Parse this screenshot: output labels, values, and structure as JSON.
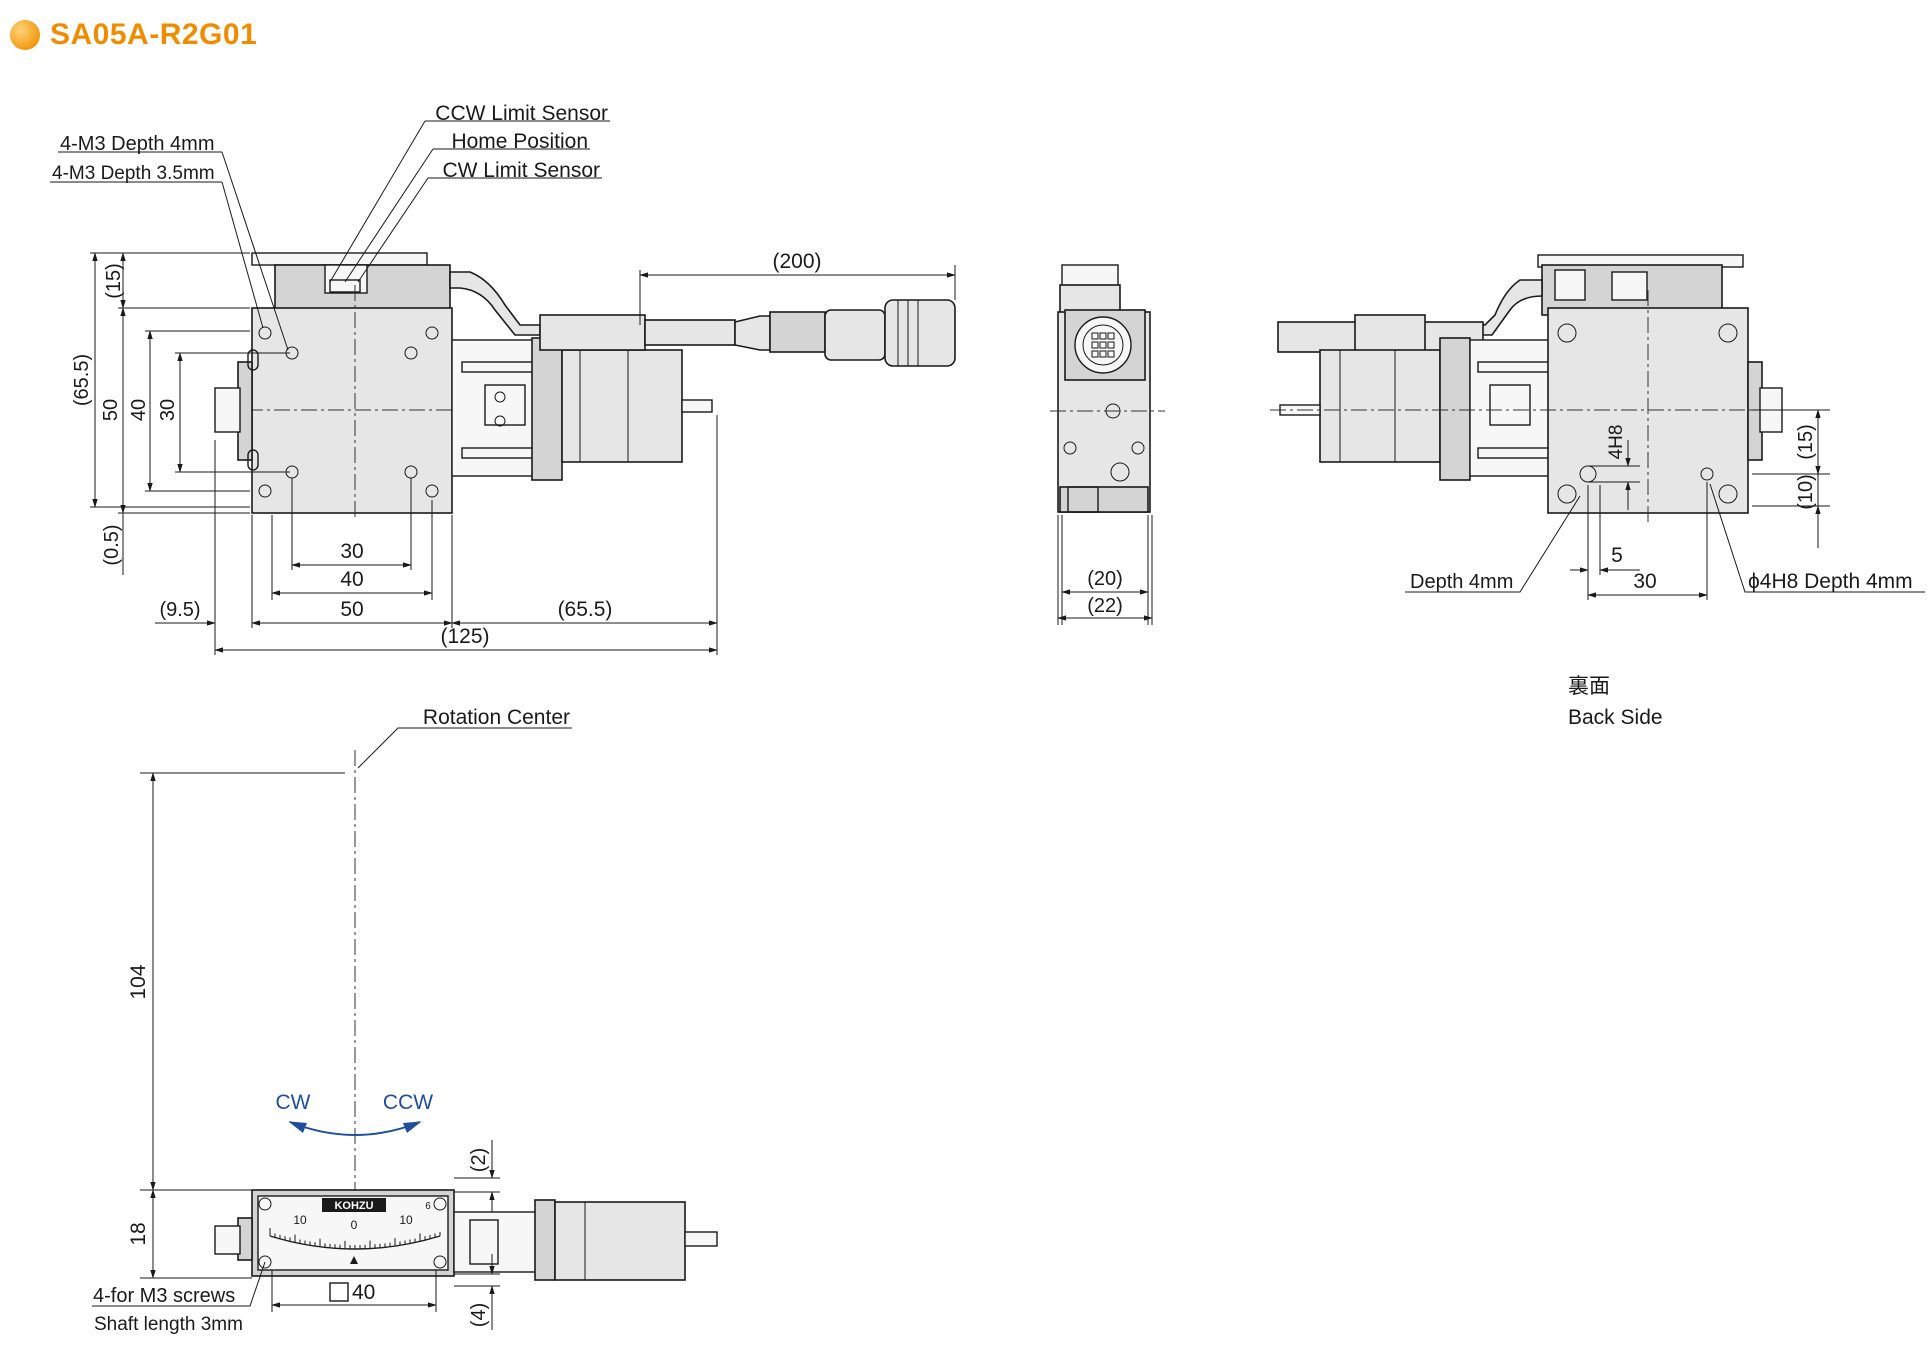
{
  "title": "SA05A-R2G01",
  "labels": {
    "ccw_limit_sensor": "CCW Limit Sensor",
    "home_position": "Home Position",
    "cw_limit_sensor": "CW Limit Sensor",
    "m3_depth_4": "4-M3 Depth 4mm",
    "m3_depth_35": "4-M3 Depth 3.5mm",
    "depth_4mm_left": "Depth 4mm",
    "phi4h8_depth": "ϕ4H8 Depth 4mm",
    "back_side_jp": "裏面",
    "back_side_en": "Back Side",
    "rotation_center": "Rotation Center",
    "cw": "CW",
    "ccw": "CCW",
    "for_m3_screws": "4-for M3 screws",
    "shaft_length": "Shaft length 3mm",
    "kohzu": "KOHZU"
  },
  "dimensions": {
    "d15_top": "(15)",
    "d65_5_v": "(65.5)",
    "d50_v": "50",
    "d40_v": "40",
    "d30_v": "30",
    "d0_5": "(0.5)",
    "d30_h": "30",
    "d40_h": "40",
    "d50_h": "50",
    "d9_5": "(9.5)",
    "d65_5_h": "(65.5)",
    "d125": "(125)",
    "d200": "(200)",
    "d20": "(20)",
    "d22": "(22)",
    "d4h8": "4H8",
    "d15_back": "(15)",
    "d10_back": "(10)",
    "d5": "5",
    "d30_back": "30",
    "d104": "104",
    "d18": "18",
    "d2": "(2)",
    "d4": "(4)",
    "sq40": "40"
  },
  "scale_labels": [
    "10",
    "0",
    "10",
    "6"
  ],
  "colors": {
    "title_orange": "#f08c00",
    "rotation_arrow": "#1f4e9c"
  }
}
